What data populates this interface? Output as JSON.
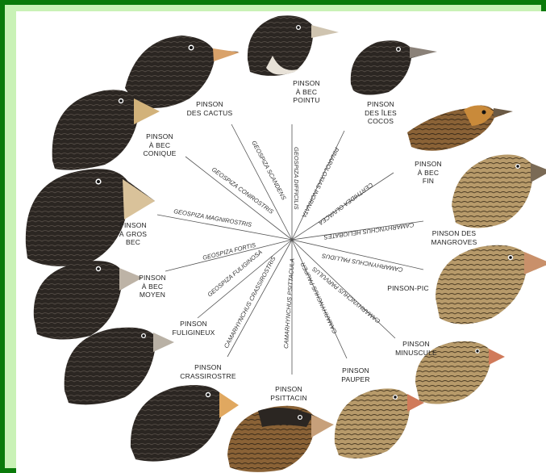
{
  "colors": {
    "frame": "#0a7a0a",
    "panel": "#c9f2b6",
    "canvas": "#ffffff",
    "line": "#555555",
    "text": "#222222"
  },
  "birds": [
    {
      "key": "cactus",
      "common": "PINSON\nDES CACTUS",
      "latin": "GEOSPIZA SCANDENS"
    },
    {
      "key": "pointu",
      "common": "PINSON\nÀ BEC\nPOINTU",
      "latin": "GEOSPIZA DIFFICILIS"
    },
    {
      "key": "cocos",
      "common": "PINSON\nDES ÎLES\nCOCOS",
      "latin": "PINAROLOXIAS INORNATA"
    },
    {
      "key": "fin",
      "common": "PINSON\nÀ BEC\nFIN",
      "latin": "CERTHIDEA OLIVACEA"
    },
    {
      "key": "mangroves",
      "common": "PINSON DES\nMANGROVES",
      "latin": "CAMARHYNCHUS HELIOBATES"
    },
    {
      "key": "pic",
      "common": "PINSON-PIC",
      "latin": "CAMARHYNCHUS PALLIDUS"
    },
    {
      "key": "minuscule",
      "common": "PINSON\nMINUSCULE",
      "latin": "CAMARHYNCHUS PARVULUS"
    },
    {
      "key": "pauper",
      "common": "PINSON\nPAUPER",
      "latin": "CAMARHYNCHUS PAUPER"
    },
    {
      "key": "psittacin",
      "common": "PINSON\nPSITTACIN",
      "latin": "CAMARHYNCHUS PSITTACULA"
    },
    {
      "key": "crassirostre",
      "common": "PINSON\nCRASSIROSTRE",
      "latin": "CAMARHYNCHUS CRASSIROSTRIS"
    },
    {
      "key": "fuligineux",
      "common": "PINSON\nFULIGINEUX",
      "latin": "GEOSPIZA FULIGINOSA"
    },
    {
      "key": "moyen",
      "common": "PINSON\nÀ BEC\nMOYEN",
      "latin": "GEOSPIZA FORTIS"
    },
    {
      "key": "grosbec",
      "common": "PINSON\nÀ GROS\nBEC",
      "latin": "GEOSPIZA MAGNIROSTRIS"
    },
    {
      "key": "conique",
      "common": "PINSON\nÀ BEC\nCONIQUE",
      "latin": "GEOSPIZA CONIROSTRIS"
    }
  ]
}
